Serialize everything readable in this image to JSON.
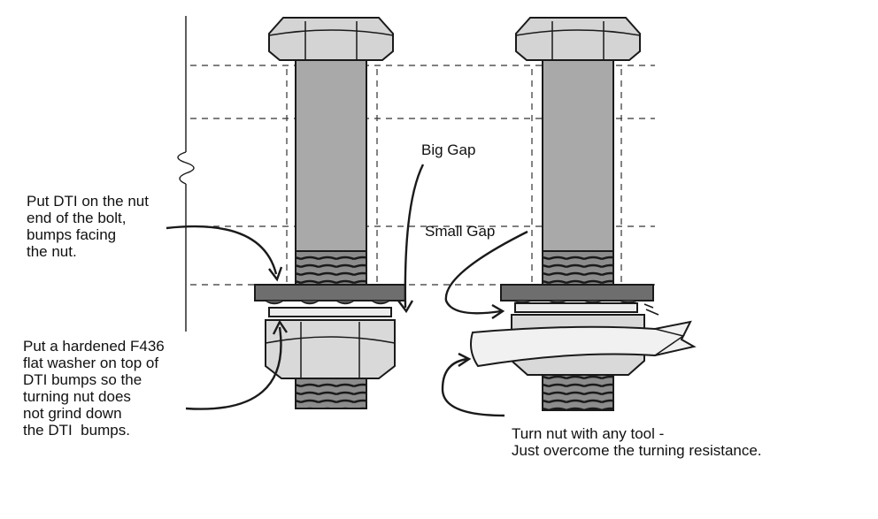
{
  "labels": {
    "big_gap": "Big Gap",
    "small_gap": "Small Gap",
    "dti_note": "Put DTI on the nut\nend of the bolt,\nbumps facing\nthe nut.",
    "washer_note": "Put a hardened F436\nflat washer on top of\nDTI bumps so the\nturning nut does\nnot grind down\nthe DTI  bumps.",
    "turn_note": "Turn nut with any tool -\nJust overcome the turning resistance."
  },
  "colors": {
    "bolt_head": "#d4d4d4",
    "bolt_shank": "#a9a9a9",
    "dti_plate": "#6e6e6e",
    "washer": "#ececec",
    "nut": "#d9d9d9",
    "line": "#1a1a1a",
    "wrench": "#f1f1f1"
  }
}
